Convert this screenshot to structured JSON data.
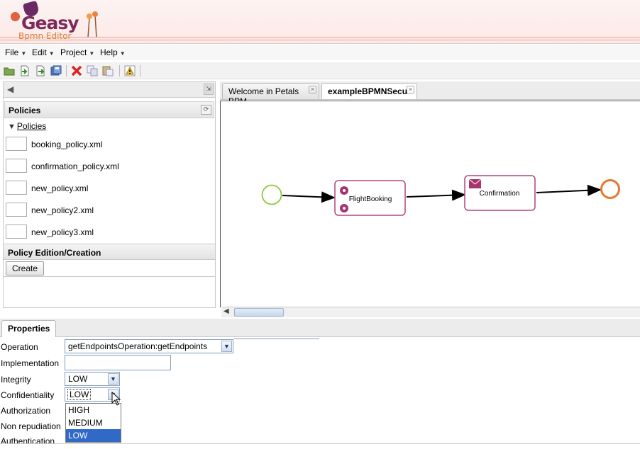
{
  "app": {
    "logo_text": "Geasy",
    "logo_subtitle": "Bpmn Editor"
  },
  "menubar": {
    "items": [
      {
        "label": "File"
      },
      {
        "label": "Edit"
      },
      {
        "label": "Project"
      },
      {
        "label": "Help"
      }
    ]
  },
  "toolbar": {
    "icons": [
      "open-folder-icon",
      "import-icon",
      "export-icon",
      "save-all-icon",
      "delete-icon",
      "copy-icon",
      "paste-icon",
      "warning-icon"
    ]
  },
  "left_panel": {
    "policies_header": "Policies",
    "tree_root": "Policies",
    "policies": [
      {
        "name": "booking_policy.xml"
      },
      {
        "name": "confirmation_policy.xml"
      },
      {
        "name": "new_policy.xml"
      },
      {
        "name": "new_policy2.xml"
      },
      {
        "name": "new_policy3.xml"
      }
    ],
    "edition_header": "Policy Edition/Creation",
    "create_label": "Create"
  },
  "editor": {
    "tabs": [
      {
        "label": "Welcome in Petals BPM",
        "active": false
      },
      {
        "label": "exampleBPMNSecu",
        "active": true
      }
    ],
    "diagram": {
      "tasks": [
        {
          "label": "FlightBooking",
          "icon": "gears-icon"
        },
        {
          "label": "Confirmation",
          "icon": "envelope-icon"
        }
      ],
      "start_color": "#8cc63f",
      "end_color": "#e8772e",
      "task_border": "#b0457a"
    }
  },
  "properties": {
    "tab_label": "Properties",
    "rows": {
      "operation": {
        "label": "Operation",
        "value": "getEndpointsOperation:getEndpoints"
      },
      "implementation": {
        "label": "Implementation",
        "value": ""
      },
      "integrity": {
        "label": "Integrity",
        "value": "LOW"
      },
      "confidentiality": {
        "label": "Confidentiality",
        "value": "LOW"
      },
      "authorization": {
        "label": "Authorization"
      },
      "non_repudiation": {
        "label": "Non repudiation"
      },
      "authentication": {
        "label": "Authentication"
      }
    },
    "dropdown_options": [
      {
        "label": "HIGH",
        "selected": false
      },
      {
        "label": "MEDIUM",
        "selected": false
      },
      {
        "label": "LOW",
        "selected": true
      }
    ]
  }
}
